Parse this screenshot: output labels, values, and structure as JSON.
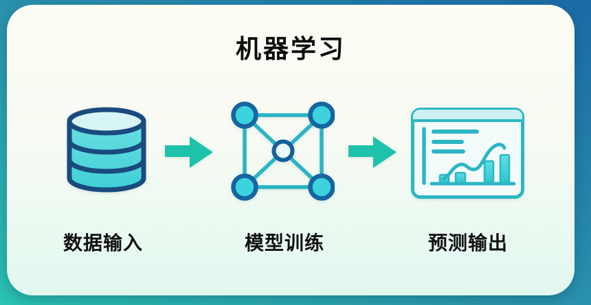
{
  "title": "机器学习",
  "stages": [
    {
      "label": "数据输入",
      "icon": "database-icon"
    },
    {
      "label": "模型训练",
      "icon": "neural-network-icon"
    },
    {
      "label": "预测输出",
      "icon": "prediction-chart-icon"
    }
  ],
  "arrows": [
    {
      "icon": "arrow-right-icon"
    },
    {
      "icon": "arrow-right-icon"
    }
  ],
  "colors": {
    "background_bottom_left": "#2ac3b2",
    "background_top_right": "#1a6ba6",
    "card_top": "#fdfcf5",
    "card_bottom": "#e1f8ef",
    "cylinder_fill": "#4fd7da",
    "cylinder_top_fill": "#d7f5f5",
    "cylinder_outline": "#1a4b7e",
    "node_fill": "#3dd3de",
    "node_outline": "#1565a0",
    "center_node_fill": "#e9fbfb",
    "connection_line": "#28b5c5",
    "arrow_fill": "#1ec2aa",
    "chart_stroke": "#2db6c4",
    "chart_header_fill": "#cbf1f0",
    "bar_fill_top": "#5ee0e6",
    "bar_fill_bottom": "#2cc3ce",
    "title_text": "#0c0c0c"
  }
}
